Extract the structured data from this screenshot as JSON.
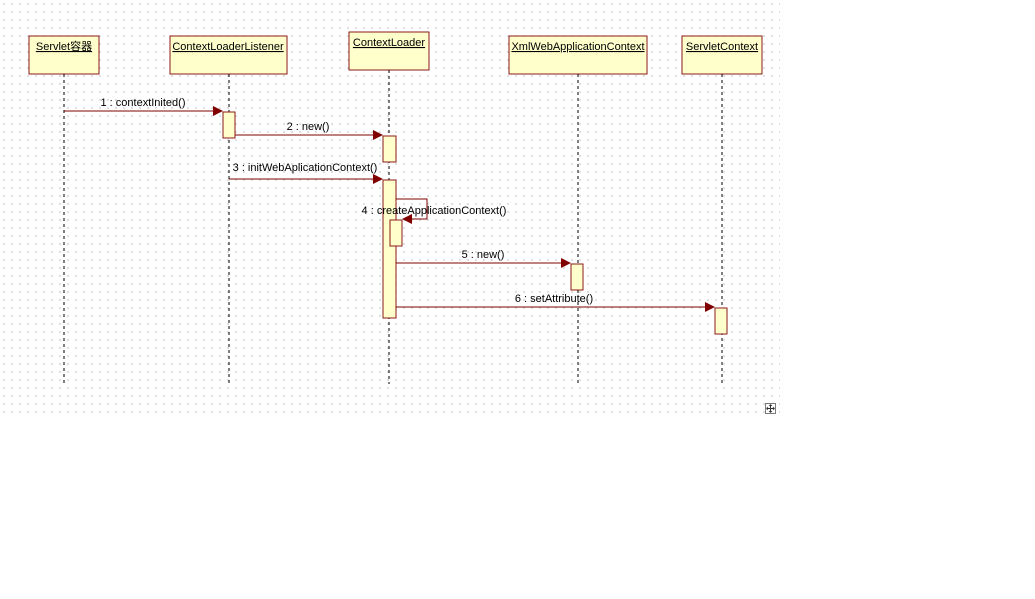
{
  "colors": {
    "box_fill": "#ffffcc",
    "box_border": "#8b1a1a",
    "arrow": "#800000",
    "lifeline": "#000000"
  },
  "lifelines": [
    {
      "id": "servlet",
      "label": "Servlet容器"
    },
    {
      "id": "cll",
      "label": "ContextLoaderListener"
    },
    {
      "id": "cl",
      "label": "ContextLoader"
    },
    {
      "id": "xwac",
      "label": "XmlWebApplicationContext"
    },
    {
      "id": "sc",
      "label": "ServletContext"
    }
  ],
  "messages": [
    {
      "id": "m1",
      "label": "1 : contextInited()",
      "from": "servlet",
      "to": "cll"
    },
    {
      "id": "m2",
      "label": "2 : new()",
      "from": "cll",
      "to": "cl"
    },
    {
      "id": "m3",
      "label": "3 : initWebAplicationContext()",
      "from": "cll",
      "to": "cl"
    },
    {
      "id": "m4",
      "label": "4 : createApplicationContext()",
      "from": "cl",
      "to": "cl"
    },
    {
      "id": "m5",
      "label": "5 : new()",
      "from": "cl",
      "to": "xwac"
    },
    {
      "id": "m6",
      "label": "6 : setAttribute()",
      "from": "cl",
      "to": "sc"
    }
  ],
  "resize_icon": "move-arrows-icon"
}
